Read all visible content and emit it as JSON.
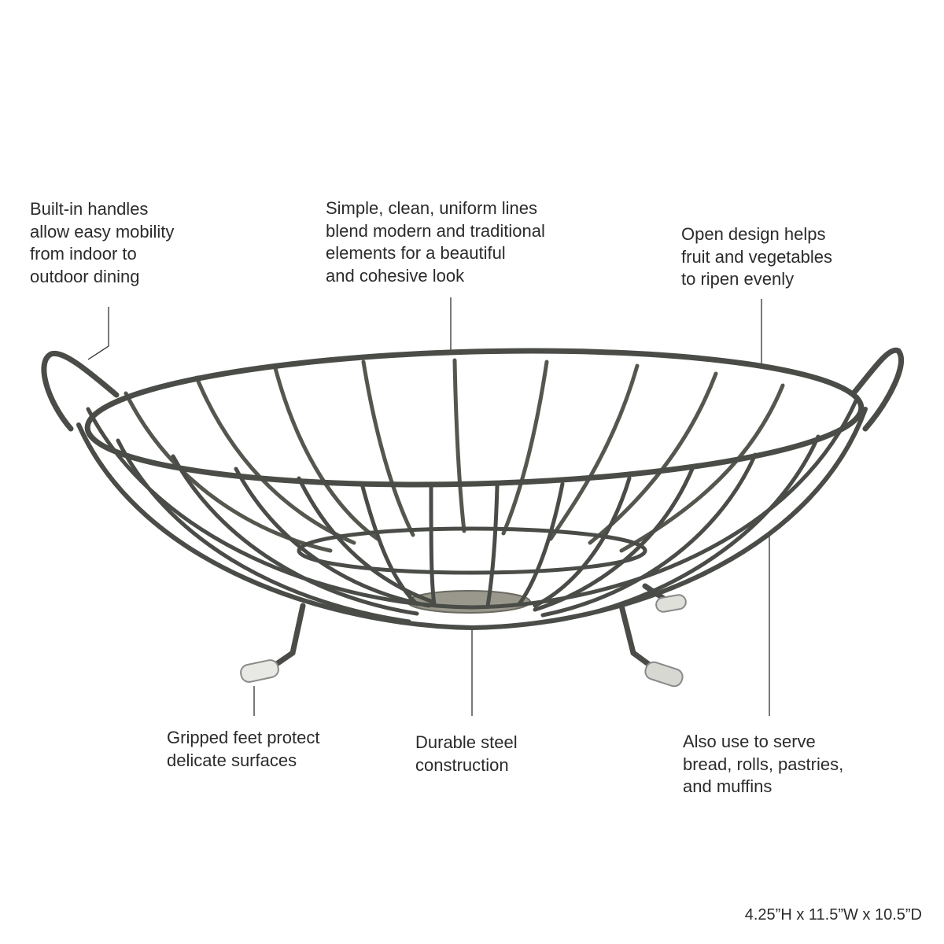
{
  "callouts": {
    "handles": [
      "Built-in handles",
      "allow easy mobility",
      "from indoor to",
      "outdoor dining"
    ],
    "lines": [
      "Simple, clean, uniform lines",
      "blend modern and traditional",
      "elements for a beautiful",
      "and cohesive look"
    ],
    "open": [
      "Open design helps",
      "fruit and vegetables",
      "to ripen evenly"
    ],
    "feet": [
      "Gripped feet protect",
      "delicate surfaces"
    ],
    "steel": [
      "Durable steel",
      "construction"
    ],
    "serve": [
      "Also use to serve",
      "bread, rolls, pastries,",
      "and muffins"
    ]
  },
  "dimensions": "4.25”H x 11.5”W x 10.5”D",
  "colors": {
    "background": "#ffffff",
    "text": "#2b2b2b",
    "wire": "#4a4c48",
    "leader_line": "#333333",
    "base_plate": "#9a988c"
  }
}
